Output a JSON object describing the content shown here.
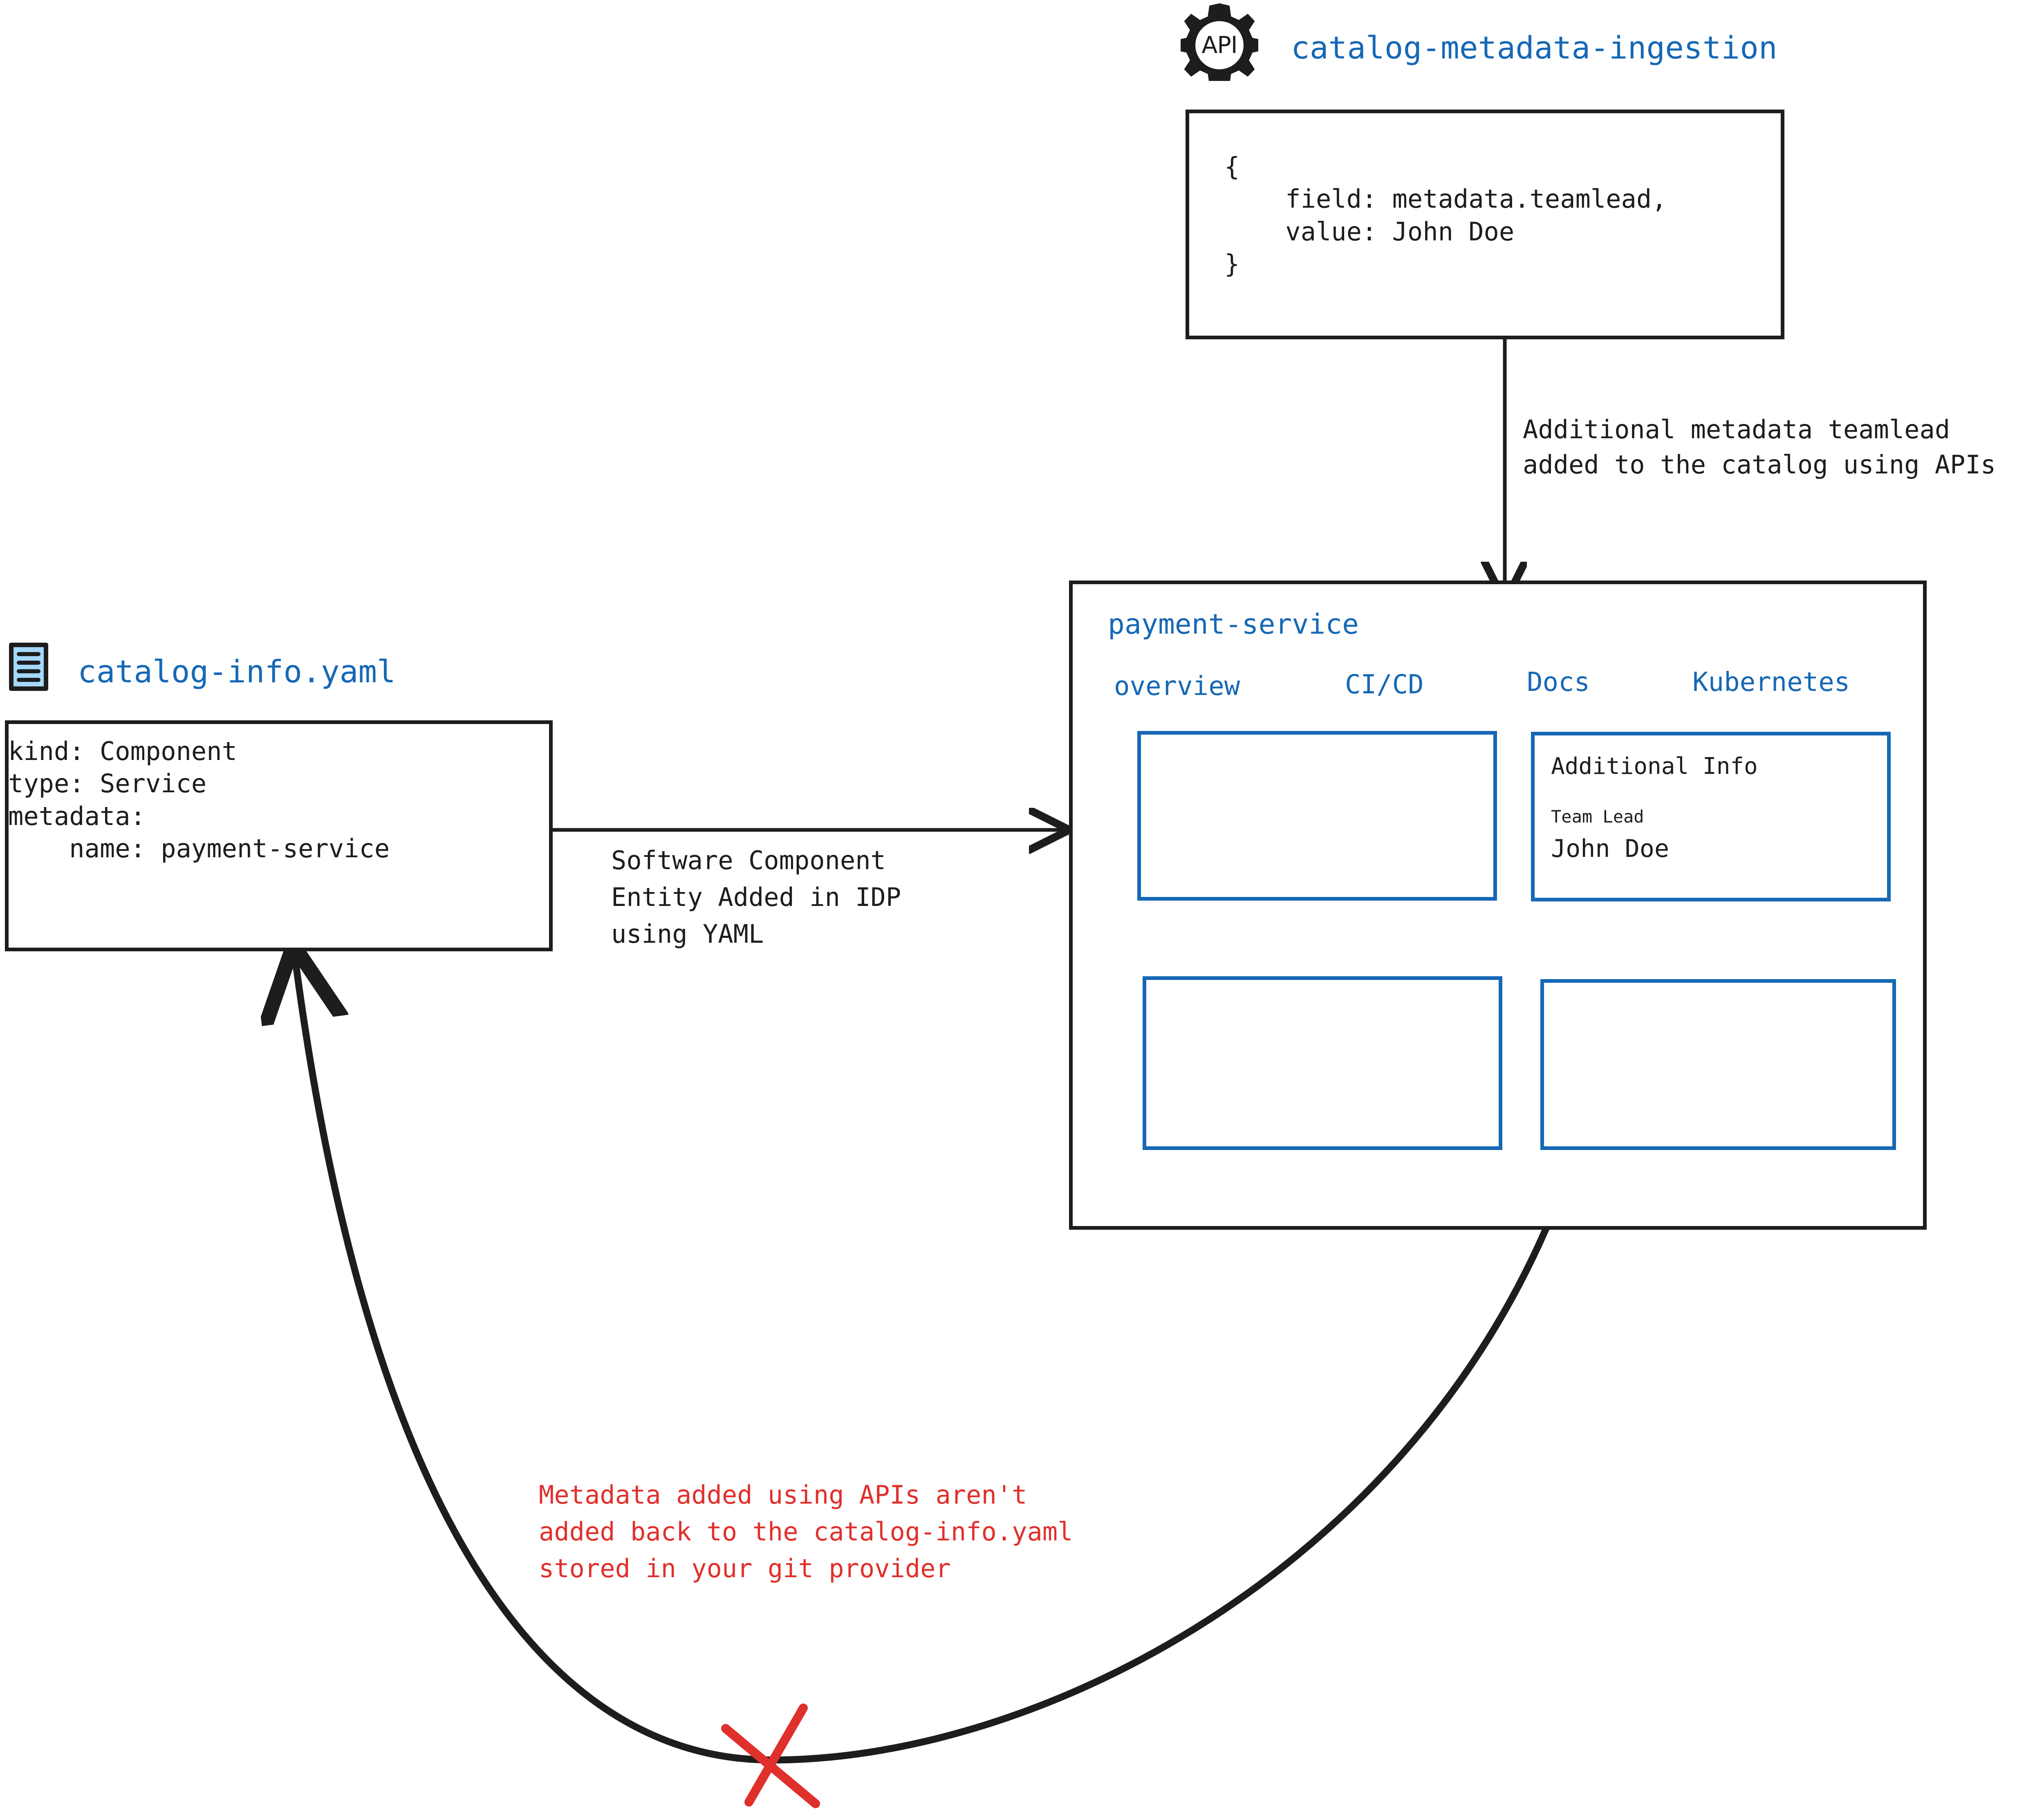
{
  "colors": {
    "accent_blue": "#1668b5",
    "ink": "#1d1d1d",
    "warning_red": "#e0302c",
    "icon_fill": "#a5d8fc"
  },
  "api_ingestion": {
    "icon_label": "API",
    "title": "catalog-metadata-ingestion",
    "payload": "{\n    field: metadata.teamlead,\n    value: John Doe\n}"
  },
  "api_arrow": {
    "label_line1": "Additional metadata teamlead",
    "label_line2": "added to the catalog using APIs"
  },
  "catalog_file": {
    "title": "catalog-info.yaml",
    "yaml": "kind: Component\ntype: Service\nmetadata:\n    name: payment-service"
  },
  "yaml_arrow": {
    "label_line1": "Software Component",
    "label_line2": "Entity Added in IDP",
    "label_line3": "using YAML"
  },
  "idp_panel": {
    "entity_name": "payment-service",
    "tabs": [
      {
        "label": "overview"
      },
      {
        "label": "CI/CD"
      },
      {
        "label": "Docs"
      },
      {
        "label": "Kubernetes"
      }
    ],
    "cards": {
      "overview_card": "",
      "additional_info": {
        "heading": "Additional Info",
        "field_label": "Team Lead",
        "field_value": "John Doe"
      },
      "bottom_left_card": "",
      "bottom_right_card": ""
    }
  },
  "warning": {
    "line1": "Metadata added using APIs aren't",
    "line2": "added back to the catalog-info.yaml",
    "line3": "stored in your git provider",
    "blocked_marker": "red-x"
  }
}
